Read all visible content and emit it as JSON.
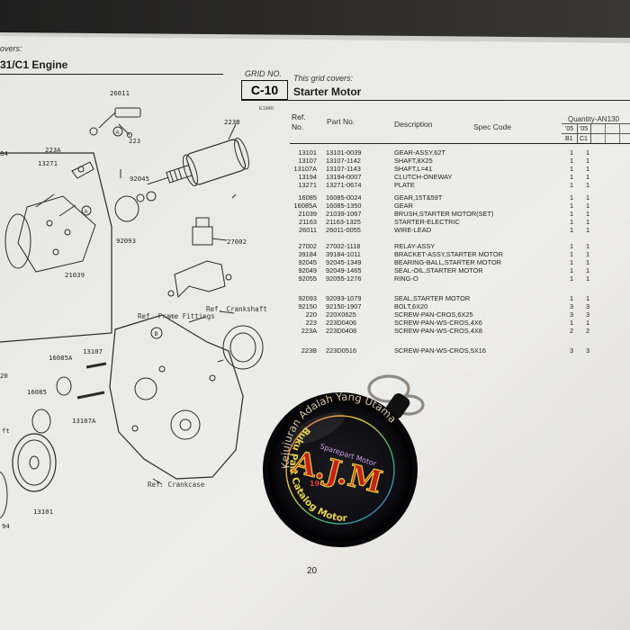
{
  "page": {
    "left_title_line1": "overs:",
    "left_title_line2": "31/C1 Engine",
    "grid_no_label": "GRID NO.",
    "grid_covers": "This grid covers:",
    "grid_id": "C-10",
    "section_title": "Starter Motor",
    "drawing_code": "E1840",
    "page_number": "20"
  },
  "table": {
    "headers": {
      "ref_no": "Ref.\nNo.",
      "part_no": "Part No.",
      "description": "Description",
      "spec_code": "Spec Code",
      "quantity": "Quantity-AN130",
      "year1": "'05",
      "year2": "'05",
      "model1": "B1",
      "model2": "C1"
    },
    "groups": [
      {
        "rows": [
          {
            "ref": "13101",
            "part": "13101-0039",
            "desc": "GEAR-ASSY,62T",
            "q1": "1",
            "q2": "1"
          },
          {
            "ref": "13107",
            "part": "13107-1142",
            "desc": "SHAFT,8X25",
            "q1": "1",
            "q2": "1"
          },
          {
            "ref": "13107A",
            "part": "13107-1143",
            "desc": "SHAFT,L=41",
            "q1": "1",
            "q2": "1"
          },
          {
            "ref": "13194",
            "part": "13194-0007",
            "desc": "CLUTCH-ONEWAY",
            "q1": "1",
            "q2": "1"
          },
          {
            "ref": "13271",
            "part": "13271-0674",
            "desc": "PLATE",
            "q1": "1",
            "q2": "1"
          }
        ]
      },
      {
        "rows": [
          {
            "ref": "16085",
            "part": "16085-0024",
            "desc": "GEAR,15T&59T",
            "q1": "1",
            "q2": "1"
          },
          {
            "ref": "16085A",
            "part": "16085-1350",
            "desc": "GEAR",
            "q1": "1",
            "q2": "1"
          },
          {
            "ref": "21039",
            "part": "21039-1067",
            "desc": "BRUSH,STARTER MOTOR(SET)",
            "q1": "1",
            "q2": "1"
          },
          {
            "ref": "21163",
            "part": "21163-1325",
            "desc": "STARTER-ELECTRIC",
            "q1": "1",
            "q2": "1"
          },
          {
            "ref": "26011",
            "part": "26011-0055",
            "desc": "WIRE-LEAD",
            "q1": "1",
            "q2": "1"
          }
        ]
      },
      {
        "rows": [
          {
            "ref": "27002",
            "part": "27002-1118",
            "desc": "RELAY-ASSY",
            "q1": "1",
            "q2": "1"
          },
          {
            "ref": "39184",
            "part": "39184-1011",
            "desc": "BRACKET-ASSY,STARTER MOTOR",
            "q1": "1",
            "q2": "1"
          },
          {
            "ref": "92045",
            "part": "92045-1349",
            "desc": "BEARING-BALL,STARTER MOTOR",
            "q1": "1",
            "q2": "1"
          },
          {
            "ref": "92049",
            "part": "92049-1465",
            "desc": "SEAL-OIL,STARTER MOTOR",
            "q1": "1",
            "q2": "1"
          },
          {
            "ref": "92055",
            "part": "92055-1276",
            "desc": "RING-O",
            "q1": "1",
            "q2": "1"
          }
        ]
      },
      {
        "rows": [
          {
            "ref": "92093",
            "part": "92093-1079",
            "desc": "SEAL,STARTER MOTOR",
            "q1": "1",
            "q2": "1"
          },
          {
            "ref": "92150",
            "part": "92150-1907",
            "desc": "BOLT,6X20",
            "q1": "3",
            "q2": "3"
          },
          {
            "ref": "220",
            "part": "220X0625",
            "desc": "SCREW-PAN-CROS,6X25",
            "q1": "3",
            "q2": "3"
          },
          {
            "ref": "223",
            "part": "223D0406",
            "desc": "SCREW-PAN-WS-CROS,4X6",
            "q1": "1",
            "q2": "1"
          },
          {
            "ref": "223A",
            "part": "223D0408",
            "desc": "SCREW-PAN-WS-CROS,4X8",
            "q1": "2",
            "q2": "2"
          }
        ]
      },
      {
        "rows": [
          {
            "ref": "223B",
            "part": "223D0516",
            "desc": "SCREW-PAN-WS-CROS,5X16",
            "q1": "3",
            "q2": "3"
          }
        ]
      }
    ]
  },
  "diagram_labels": [
    "26011",
    "223B",
    "223",
    "223A",
    "13271",
    "92045",
    "92093",
    "21039",
    "27002",
    "16085A",
    "13107",
    "16085",
    "13107A",
    "13101",
    "84",
    "20",
    "ft",
    "94"
  ],
  "diagram_refs": [
    "Ref. Frame Fittings",
    "Ref. Crankshaft",
    "Ref. Crankcase"
  ],
  "keychain": {
    "arc_top": "Kejujuran Adalah Yang Utama",
    "arc_left": "Buku Part Catalog Motor",
    "logo": "A.J.M",
    "sub": "Sparepart Motor",
    "badge": "19"
  },
  "colors": {
    "paper": "#ebebe6",
    "ink": "#1e1e1e",
    "keychain_black": "#0d0d0f",
    "logo_red": "#c41f1f",
    "logo_yellow": "#e8d23a",
    "floor": "#2a2a2a"
  }
}
